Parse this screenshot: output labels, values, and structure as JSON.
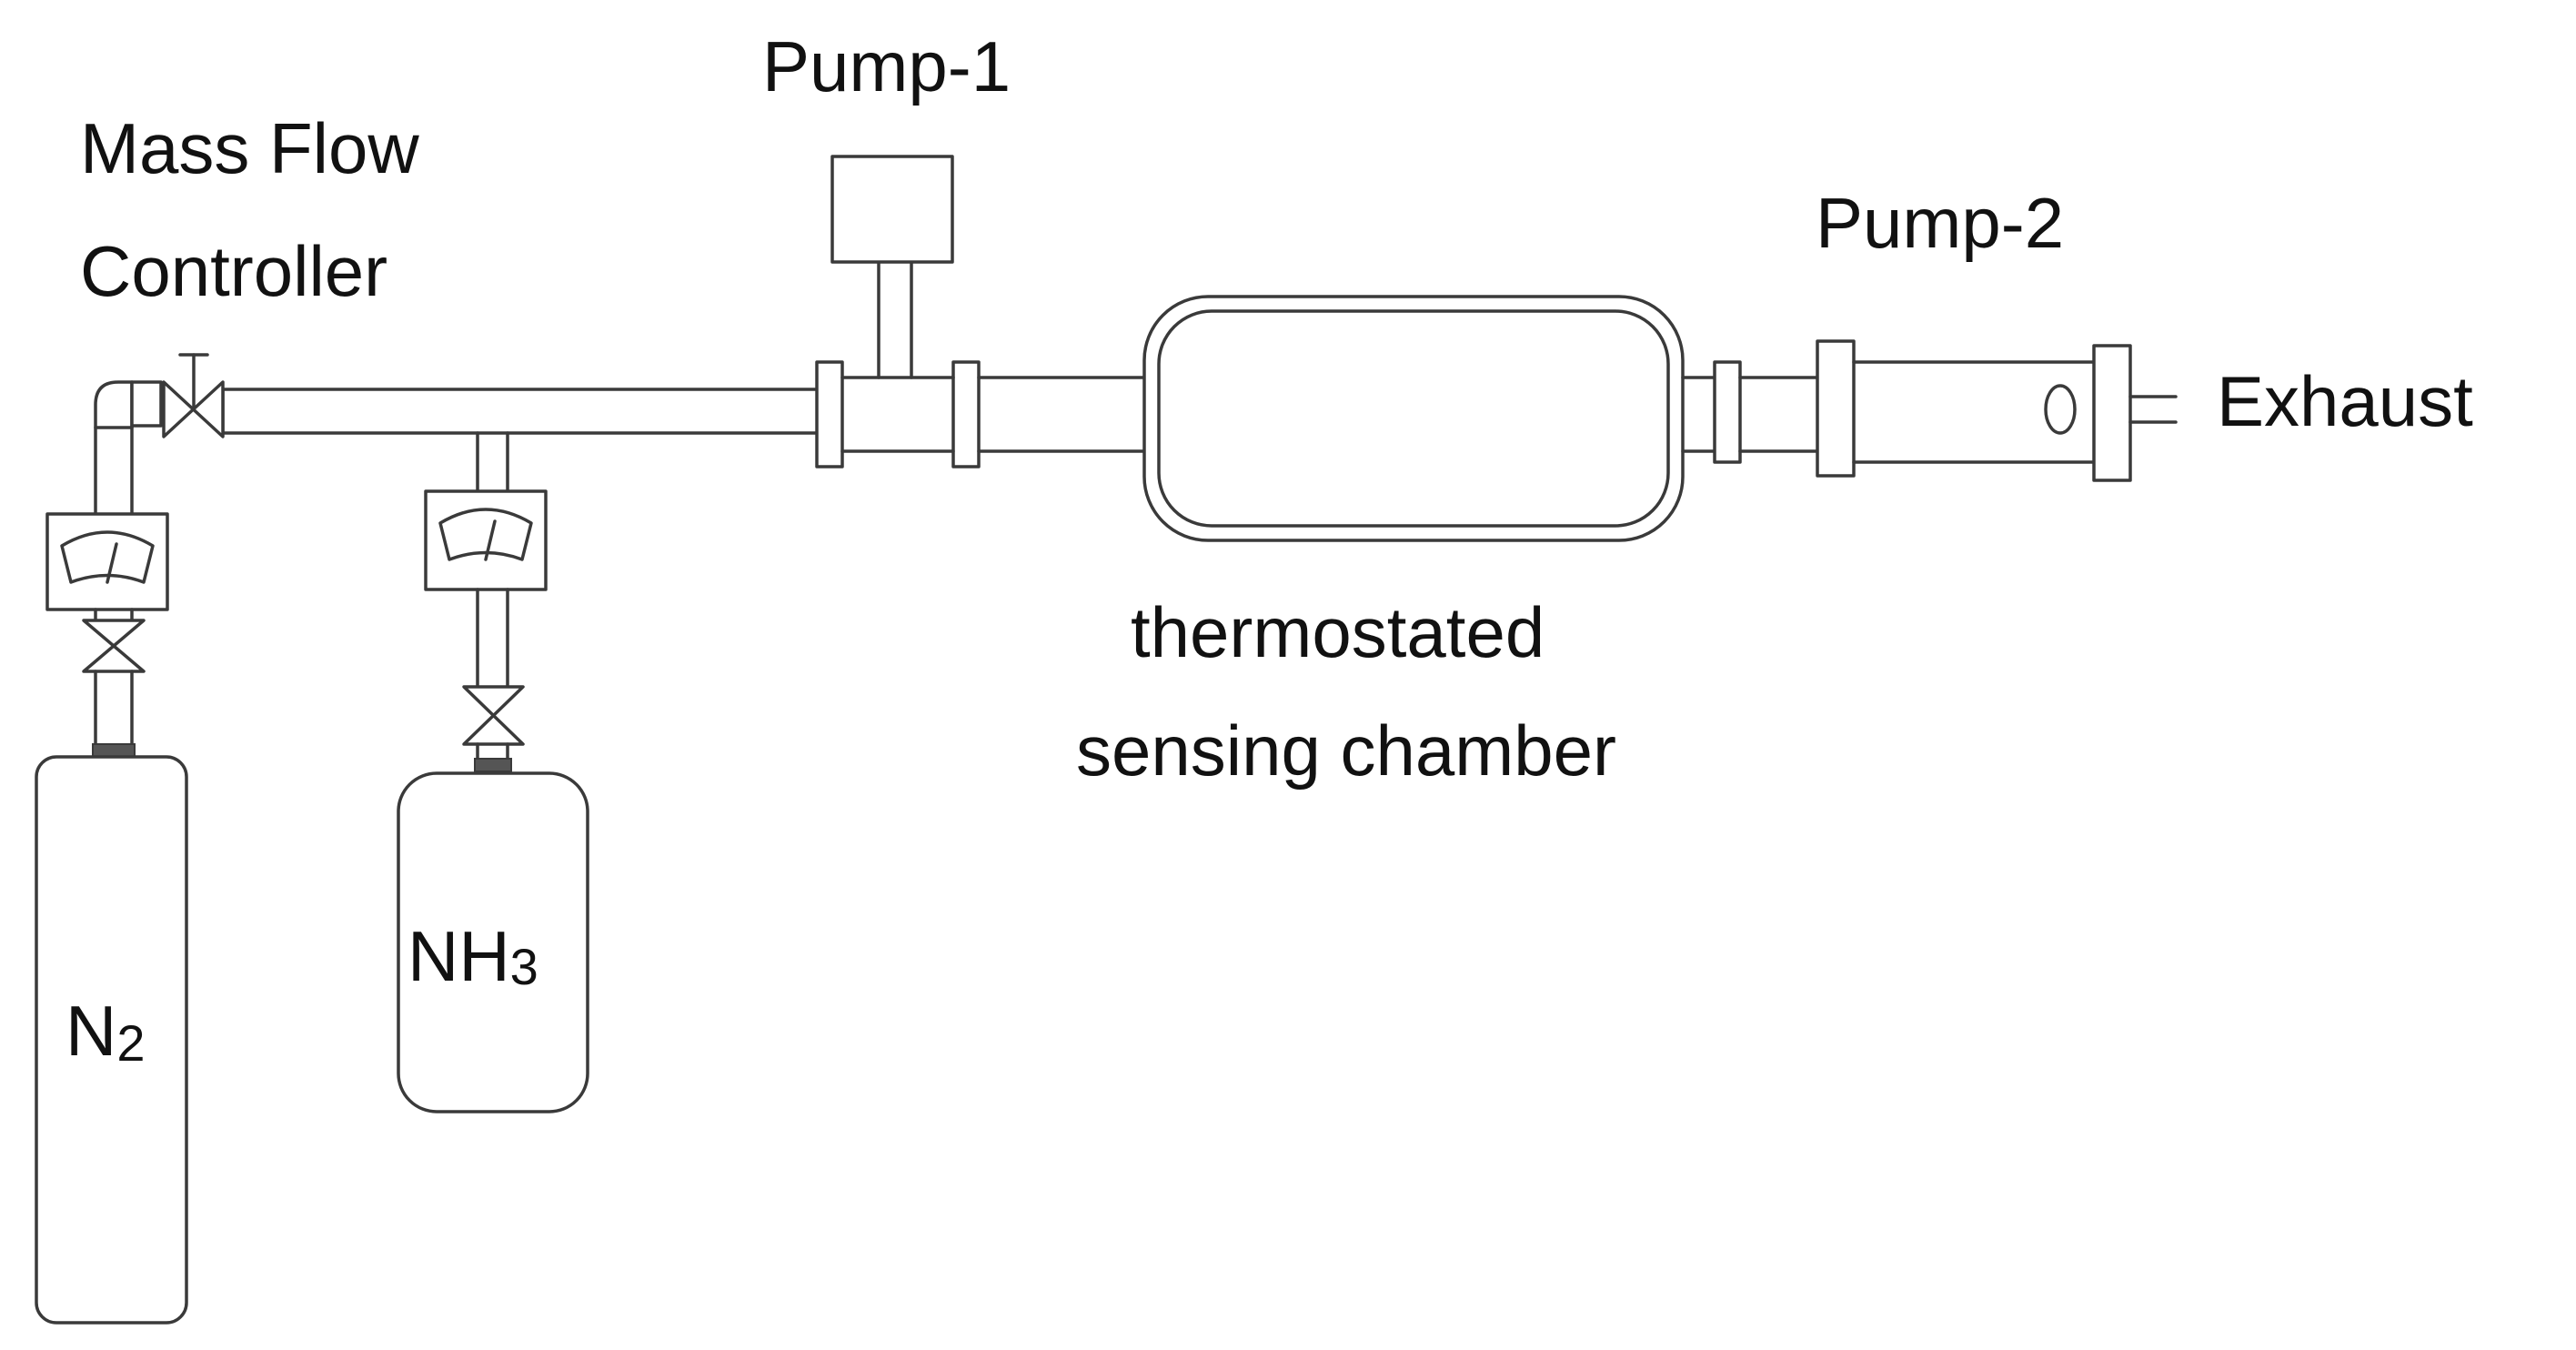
{
  "labels": {
    "mass_flow_line1": "Mass Flow",
    "mass_flow_line2": "Controller",
    "pump1": "Pump-1",
    "pump2": "Pump-2",
    "exhaust": "Exhaust",
    "chamber_line1": "thermostated",
    "chamber_line2": "sensing chamber",
    "n2_main": "N",
    "n2_sub": "2",
    "nh3_main": "NH",
    "nh3_sub": "3"
  }
}
